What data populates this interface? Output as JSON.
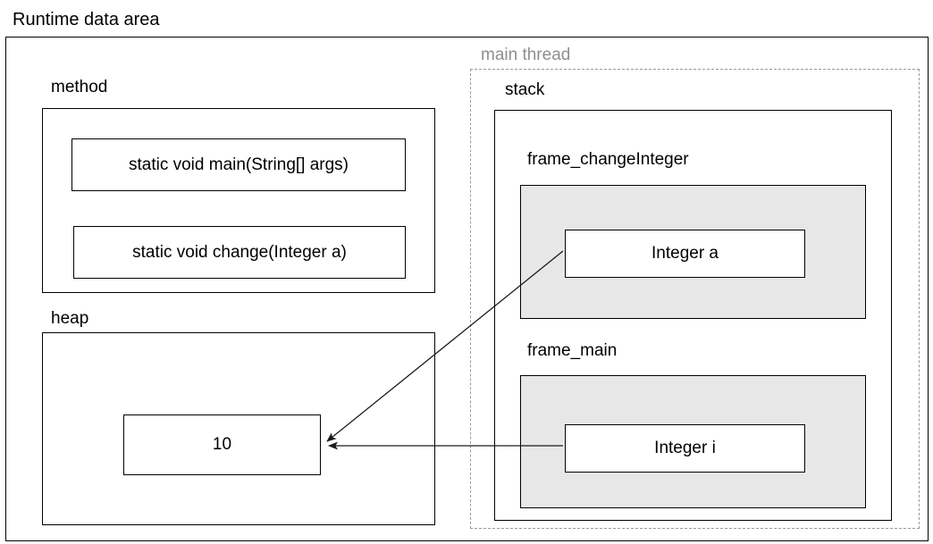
{
  "diagram": {
    "title": "Runtime data area",
    "regions": {
      "method": {
        "label": "method",
        "entries": [
          {
            "text": "static void main(String[] args)"
          },
          {
            "text": "static void change(Integer a)"
          }
        ]
      },
      "heap": {
        "label": "heap",
        "objects": [
          {
            "text": "10"
          }
        ]
      },
      "thread": {
        "label": "main thread",
        "label_color": "#8f8f8f",
        "stack": {
          "label": "stack",
          "frames": [
            {
              "label": "frame_changeInteger",
              "fill": "#e7e7e7",
              "variables": [
                {
                  "text": "Integer a"
                }
              ]
            },
            {
              "label": "frame_main",
              "fill": "#e7e7e7",
              "variables": [
                {
                  "text": "Integer i"
                }
              ]
            }
          ]
        }
      }
    },
    "references": [
      {
        "from": "Integer a",
        "to": "10"
      },
      {
        "from": "Integer i",
        "to": "10"
      }
    ]
  }
}
